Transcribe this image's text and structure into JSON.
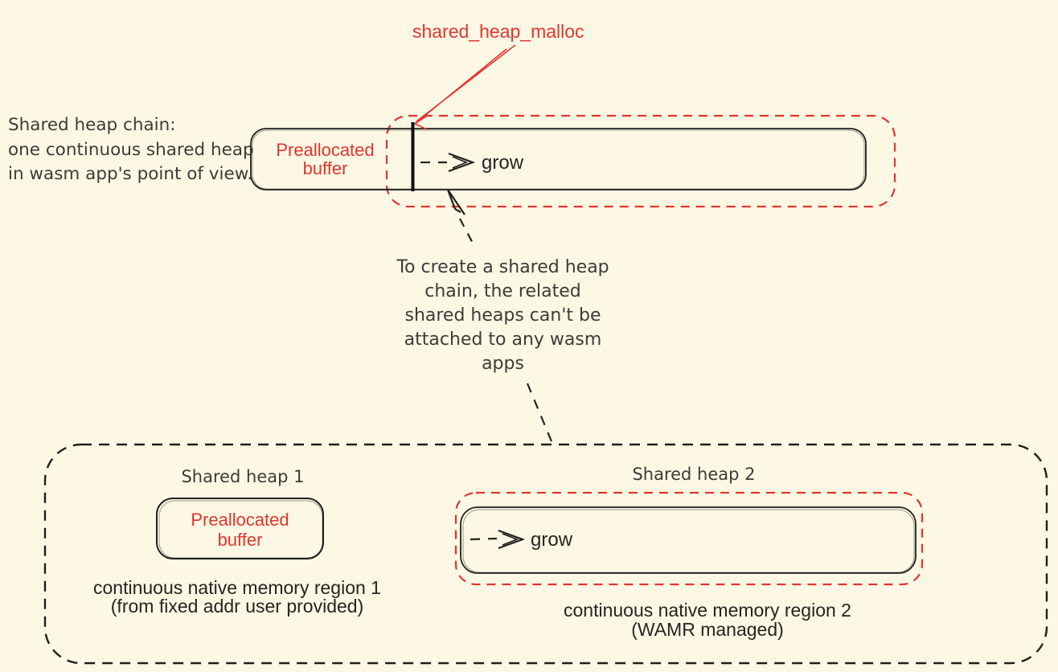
{
  "colors": {
    "background": "#FCF8E3",
    "red": "#E13530",
    "ink": "#1F1F1F",
    "soft": "#3B3B3B"
  },
  "top_section": {
    "malloc_label": "shared_heap_malloc",
    "description": {
      "line1": "Shared heap chain:",
      "line2": "one continuous shared heap",
      "line3": "in wasm app's point of view."
    },
    "preallocated_buffer": {
      "line1": "Preallocated",
      "line2": "buffer"
    },
    "grow_label": "grow"
  },
  "note": {
    "line1": "To create a shared heap",
    "line2": "chain, the related",
    "line3": "shared heaps can't be",
    "line4": "attached to any wasm",
    "line5": "apps"
  },
  "bottom_section": {
    "heap1": {
      "title": "Shared heap 1",
      "preallocated_buffer": {
        "line1": "Preallocated",
        "line2": "buffer"
      },
      "caption": {
        "line1": "continuous native memory region 1",
        "line2": "(from fixed addr user provided)"
      }
    },
    "heap2": {
      "title": "Shared heap 2",
      "grow_label": "grow",
      "caption": {
        "line1": "continuous native memory region 2",
        "line2": "(WAMR managed)"
      }
    }
  }
}
